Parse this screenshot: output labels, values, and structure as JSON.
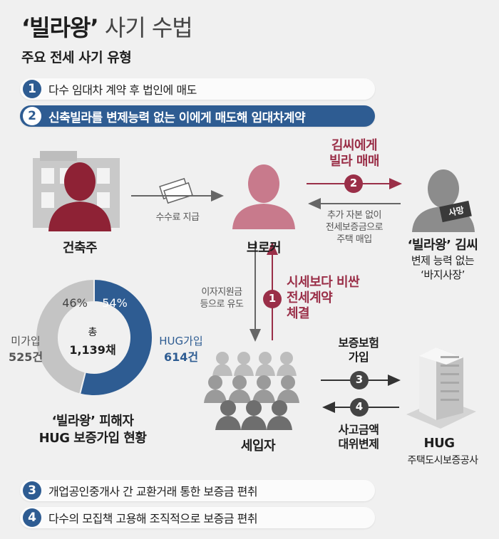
{
  "title": {
    "bold": "‘빌라왕’",
    "light": "사기 수법"
  },
  "subtitle": "주요 전세 사기 유형",
  "types": [
    {
      "num": "1",
      "text": "다수 임대차 계약 후 법인에 매도"
    },
    {
      "num": "2",
      "text": "신축빌라를 변제능력 없는 이에게 매도해 임대차계약"
    },
    {
      "num": "3",
      "text": "개업공인중개사 간 교환거래 통한 보증금 편취"
    },
    {
      "num": "4",
      "text": "다수의 모집책 고용해 조직적으로 보증금 편취"
    }
  ],
  "flow": {
    "builder": "건축주",
    "broker": "브로커",
    "commission": "수수료 지급",
    "kim_sale_1": "김씨에게",
    "kim_sale_2": "빌라 매매",
    "step2_num": "2",
    "no_capital_1": "추가 자본 없이",
    "no_capital_2": "전세보증금으로",
    "no_capital_3": "주택 매입",
    "kim_badge": "사망",
    "kim_name": "‘빌라왕’ 김씨",
    "kim_desc_1": "변제 능력 없는",
    "kim_desc_2": "‘바지사장’",
    "lure_1": "이자지원금",
    "lure_2": "등으로 유도",
    "step1_num": "1",
    "contract_1": "시세보다 비싼",
    "contract_2": "전세계약",
    "contract_3": "체결",
    "tenants": "세입자",
    "insurance_1": "보증보험",
    "insurance_2": "가입",
    "step3_num": "3",
    "step4_num": "4",
    "payout_1": "사고금액",
    "payout_2": "대위변제",
    "hug": "HUG",
    "hug_full": "주택도시보증공사"
  },
  "chart_data": {
    "type": "pie",
    "center_label": "총",
    "center_value": "1,139채",
    "slices": [
      {
        "name": "HUG가입",
        "value": 614,
        "value_label": "614건",
        "percent": "54%",
        "color": "#2e5c92"
      },
      {
        "name": "미가입",
        "value": 525,
        "value_label": "525건",
        "percent": "46%",
        "color": "#c4c4c4"
      }
    ],
    "caption_1": "‘빌라왕’ 피해자",
    "caption_2": "HUG 보증가입 현황"
  },
  "colors": {
    "navy": "#2e5c92",
    "crimson": "#9a2f48",
    "gray": "#c4c4c4"
  }
}
